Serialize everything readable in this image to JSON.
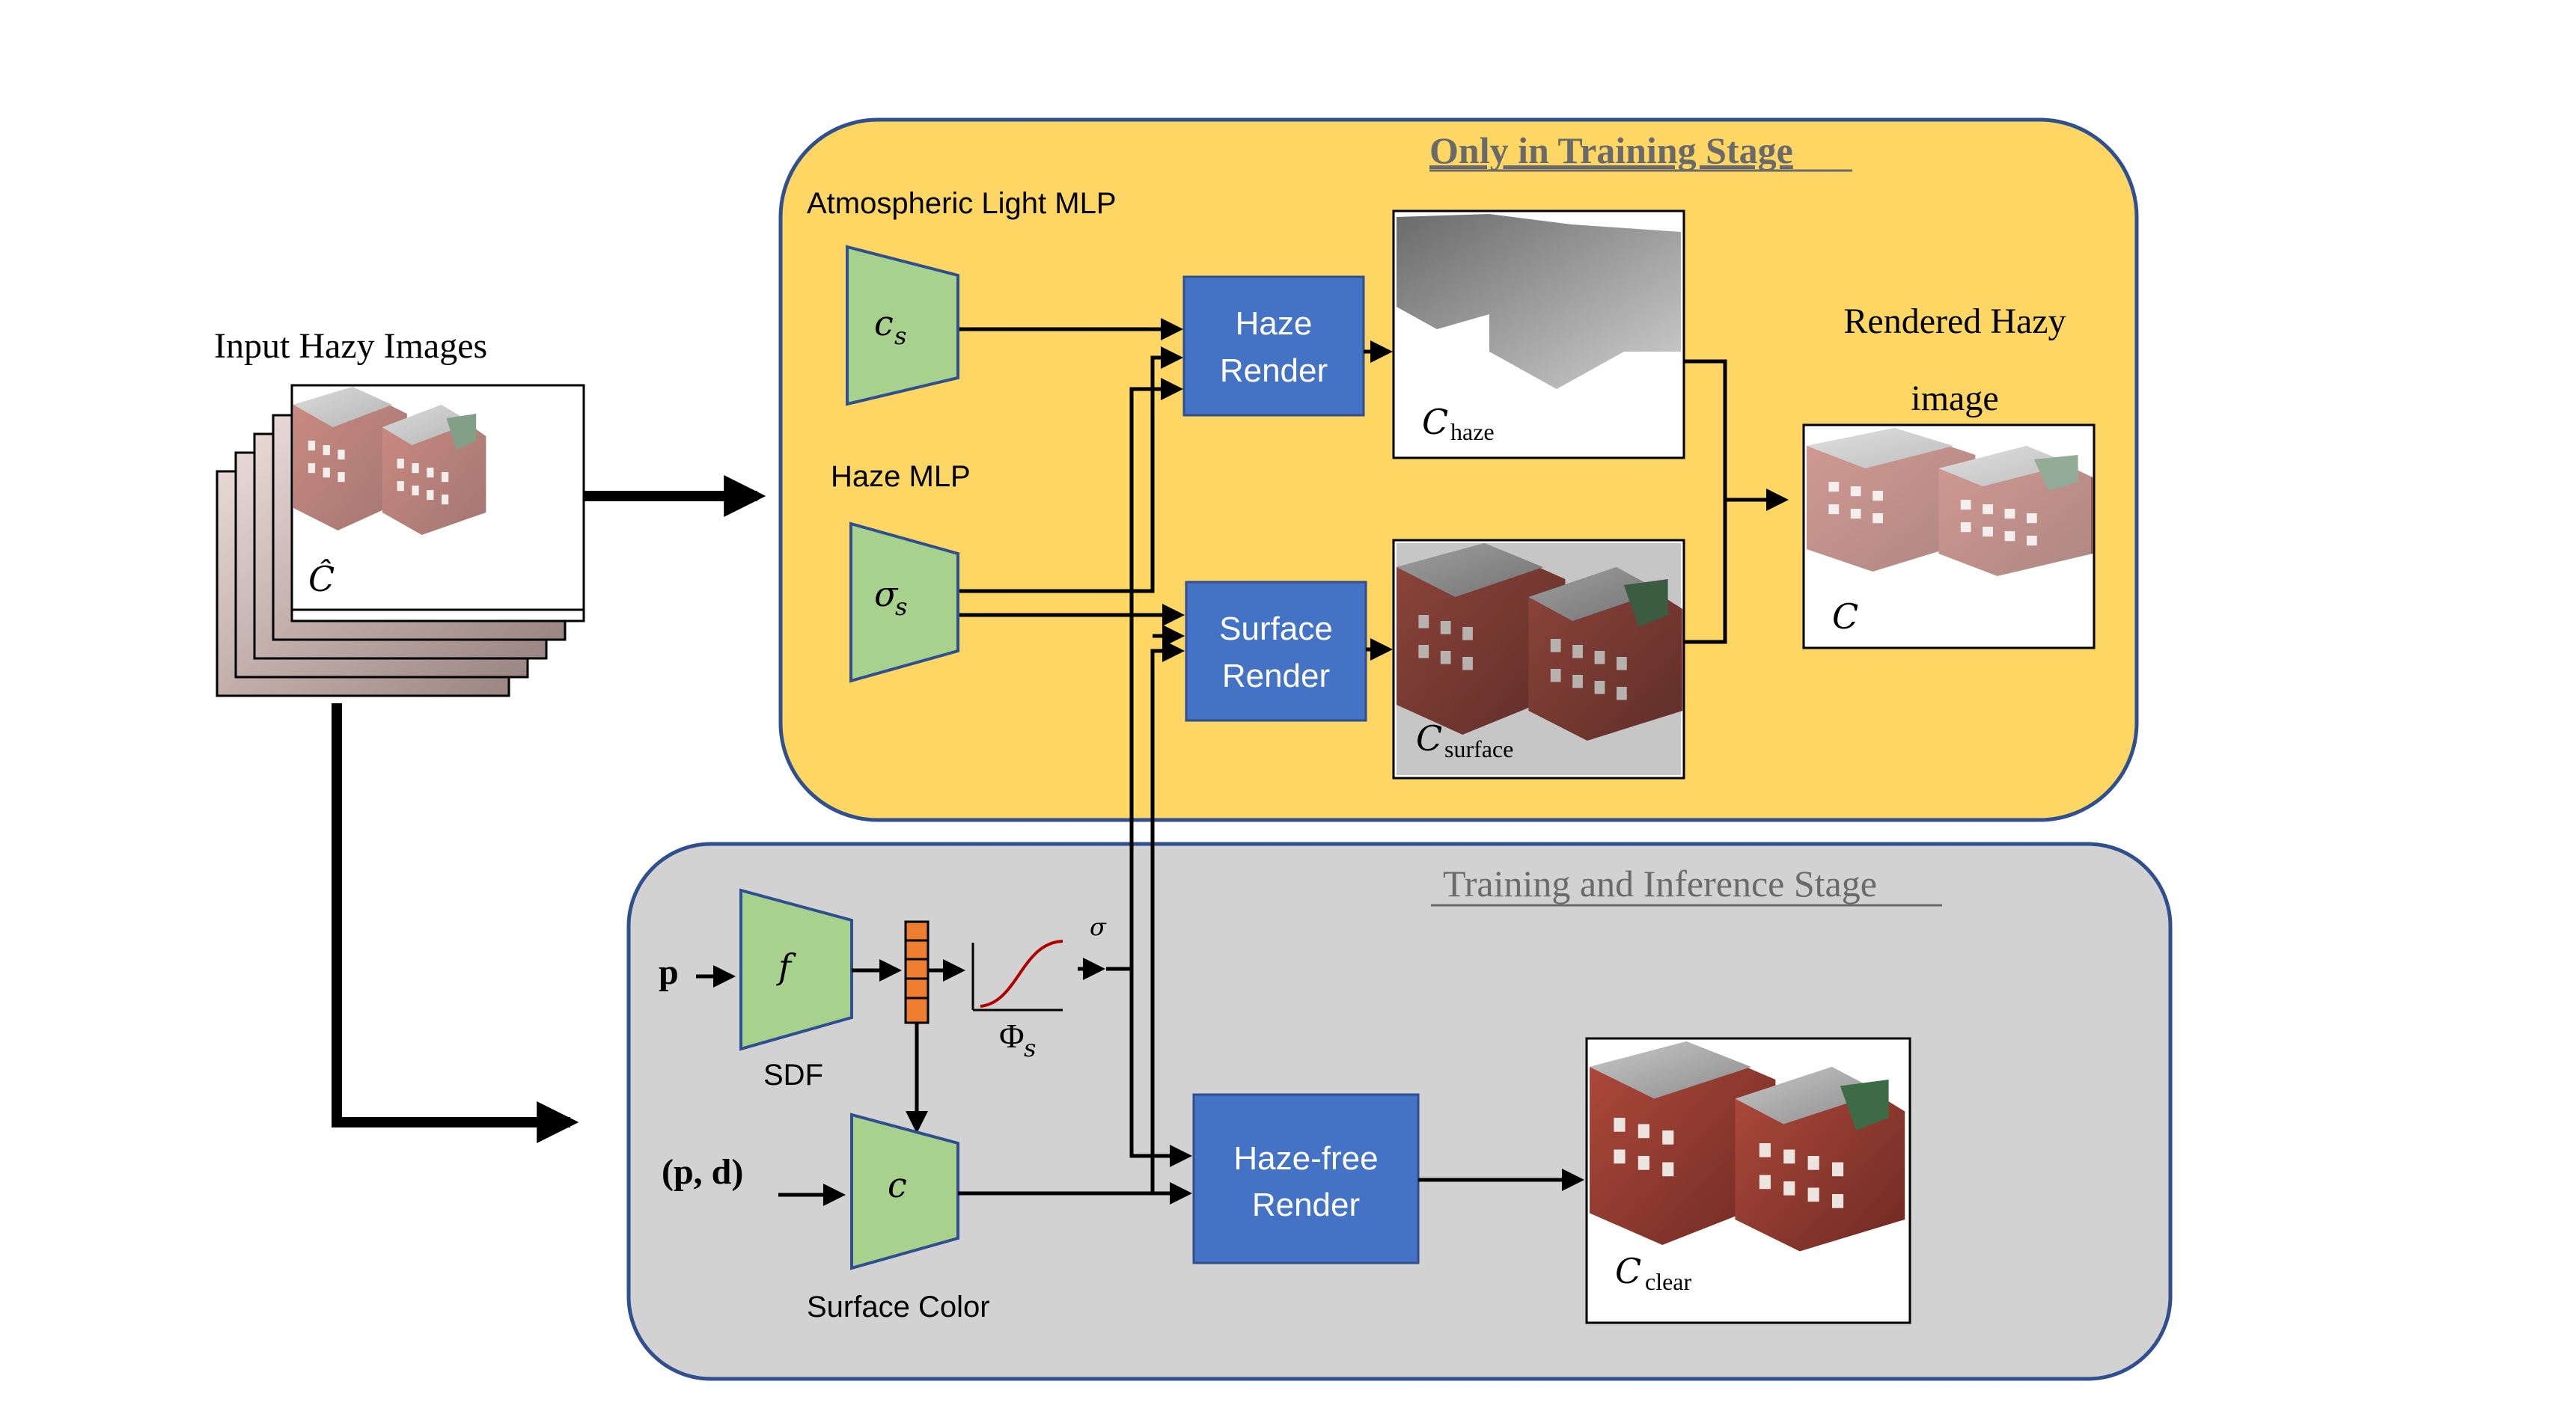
{
  "stages": {
    "training_only": "Only in Training Stage",
    "training_inference": "Training and Inference Stage"
  },
  "input": {
    "title": "Input Hazy Images",
    "symbol": "Ĉ"
  },
  "mlps": {
    "atmospheric_light": "Atmospheric Light MLP",
    "atmospheric_light_symbol": "c",
    "atmospheric_light_sub": "s",
    "haze": "Haze MLP",
    "haze_symbol": "σ",
    "haze_sub": "s",
    "sdf": "SDF",
    "sdf_symbol": "f",
    "surface_color": "Surface Color",
    "surface_color_symbol": "c"
  },
  "blocks": {
    "haze_render": [
      "Haze",
      "Render"
    ],
    "surface_render": [
      "Surface",
      "Render"
    ],
    "haze_free_render": [
      "Haze-free",
      "Render"
    ]
  },
  "outputs": {
    "haze": {
      "symbol": "C",
      "sub": "haze"
    },
    "surface": {
      "symbol": "C",
      "sub": "surface"
    },
    "clear": {
      "symbol": "C",
      "sub": "clear"
    },
    "rendered": {
      "title_line1": "Rendered Hazy",
      "title_line2": "image",
      "symbol": "C"
    }
  },
  "inputs": {
    "p": "p",
    "pd": "(p, d)"
  },
  "activation": {
    "phi": "Φ",
    "phi_sub": "s",
    "sigma": "σ"
  },
  "colors": {
    "yellow_panel": "#fdd663",
    "gray_panel": "#d3d2d3",
    "panel_border": "#2f4f8f",
    "block_blue": "#4472c4",
    "mlp_green": "#a9d18e",
    "feature_orange": "#ed7d31",
    "curve_red": "#b00000"
  }
}
